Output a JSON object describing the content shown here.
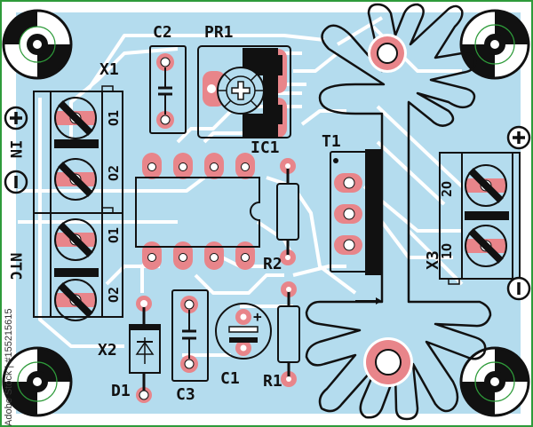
{
  "colors": {
    "board": "#b4dcee",
    "trace": "#ffffff",
    "pad": "#e8858a",
    "outline": "#111111",
    "frame": "#2e9b3a"
  },
  "labels": {
    "x1": "X1",
    "x2": "X2",
    "x3": "X3",
    "c1": "C1",
    "c2": "C2",
    "c3": "C3",
    "pr1": "PR1",
    "ic1": "IC1",
    "t1": "T1",
    "r1": "R1",
    "r2": "R2",
    "d1": "D1",
    "in": "IN",
    "ntc": "NTC",
    "plus": "+",
    "minus": "−",
    "pin1": "O1",
    "pin2": "O2",
    "pin1_x3": "1O",
    "pin2_x3": "2O",
    "c1_polarity": "+"
  },
  "watermark": "Adobe Stock | #155215615",
  "icons": [
    "fiducial-mark-icon",
    "screw-terminal-icon",
    "trimmer-potentiometer-icon",
    "heatsink-icon",
    "diode-symbol-icon",
    "capacitor-symbol-icon"
  ]
}
